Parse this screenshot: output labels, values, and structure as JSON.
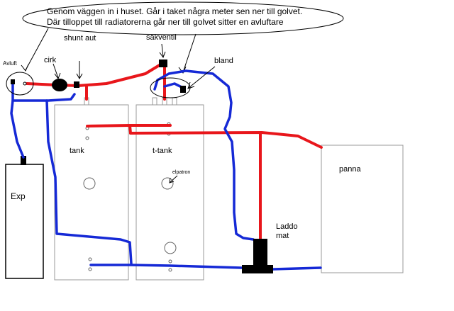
{
  "note": {
    "line1": "Genom väggen in i huset. Går i taket några meter sen ner till golvet.",
    "line2": "Där tilloppet till radiatorerna går ner till golvet sitter en avluftare"
  },
  "labels": {
    "avluft": "Avluft",
    "cirk": "cirk",
    "shunt": "shunt aut",
    "sakventil": "säkventil",
    "bland": "bland",
    "exp": "Exp",
    "tank": "tank",
    "ttank": "t-tank",
    "elpatron": "elpatron",
    "panna": "panna",
    "laddomat_1": "Laddo",
    "laddomat_2": "mat"
  },
  "colors": {
    "hot_pipe": "#e8161b",
    "cold_pipe": "#1529d6",
    "outline": "#000000",
    "tank_border": "#9a9a9a"
  }
}
